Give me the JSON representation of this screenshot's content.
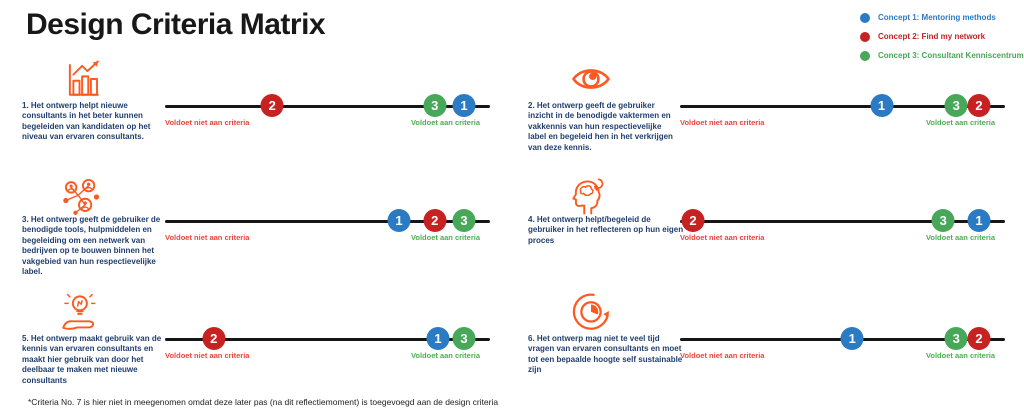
{
  "page": {
    "title": "Design Criteria Matrix",
    "footnote": "*Criteria No. 7 is hier niet in meegenomen omdat deze later pas (na dit reflectiemoment) is toegevoegd aan de design criteria"
  },
  "legend": {
    "items": [
      {
        "label": "Concept 1: Mentoring methods",
        "color": "#2b7bc4"
      },
      {
        "label": "Concept 2: Find my network",
        "color": "#c62222"
      },
      {
        "label": "Concept 3: Consultant Kenniscentrum",
        "color": "#47a85a"
      }
    ]
  },
  "scale": {
    "left_label": "Voldoet niet aan criteria",
    "right_label": "Voldoet aan criteria",
    "left_color": "#e8473d",
    "right_color": "#4caf50",
    "track_color": "#161616"
  },
  "concept_colors": {
    "1": "#2b7bc4",
    "2": "#c62222",
    "3": "#47a85a"
  },
  "criteria": [
    {
      "icon": "growth-chart-icon",
      "text": "1. Het ontwerp helpt nieuwe consultants in het beter kunnen begeleiden van kandidaten op het niveau van ervaren consultants.",
      "markers": [
        {
          "concept": 2,
          "pos": 33
        },
        {
          "concept": 3,
          "pos": 83
        },
        {
          "concept": 1,
          "pos": 92
        }
      ]
    },
    {
      "icon": "eye-icon",
      "text": "2. Het ontwerp geeft de gebruiker inzicht in de benodigde vaktermen en vakkennis van hun respectievelijke label en begeleid hen in het verkrijgen van deze kennis.",
      "markers": [
        {
          "concept": 1,
          "pos": 62
        },
        {
          "concept": 3,
          "pos": 85
        },
        {
          "concept": 2,
          "pos": 92
        }
      ]
    },
    {
      "icon": "network-icon",
      "text": "3. Het ontwerp geeft de gebruiker de benodigde tools, hulpmiddelen en begeleiding om een netwerk van bedrijven op te bouwen binnen het vakgebied van hun respectievelijke label.",
      "markers": [
        {
          "concept": 1,
          "pos": 72
        },
        {
          "concept": 2,
          "pos": 83
        },
        {
          "concept": 3,
          "pos": 92
        }
      ]
    },
    {
      "icon": "reflection-head-icon",
      "text": "4. Het ontwerp helpt/begeleid de gebruiker in het reflecteren op hun eigen proces",
      "markers": [
        {
          "concept": 2,
          "pos": 4
        },
        {
          "concept": 3,
          "pos": 81
        },
        {
          "concept": 1,
          "pos": 92
        }
      ]
    },
    {
      "icon": "hand-lightbulb-icon",
      "text": "5. Het ontwerp maakt gebruik van de kennis van ervaren consultants en maakt hier gebruik van door het deelbaar te maken met nieuwe consultants",
      "markers": [
        {
          "concept": 2,
          "pos": 15
        },
        {
          "concept": 1,
          "pos": 84
        },
        {
          "concept": 3,
          "pos": 92
        }
      ]
    },
    {
      "icon": "time-refresh-icon",
      "text": "6. Het ontwerp mag niet te veel tijd vragen van ervaren consultants en moet tot een bepaalde hoogte self sustainable zijn",
      "markers": [
        {
          "concept": 1,
          "pos": 53
        },
        {
          "concept": 3,
          "pos": 85
        },
        {
          "concept": 2,
          "pos": 92
        }
      ]
    }
  ]
}
